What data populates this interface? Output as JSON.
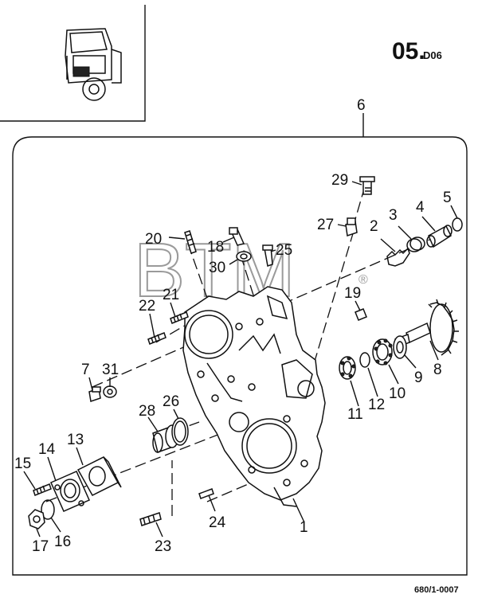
{
  "page": {
    "section_code": "05.",
    "section_suffix": "D06",
    "figure_number": "680/1-0007"
  },
  "watermark": {
    "text": "BTM",
    "registered": "®"
  },
  "part_labels": {
    "p1": "1",
    "p2": "2",
    "p3": "3",
    "p4": "4",
    "p5": "5",
    "p6": "6",
    "p7": "7",
    "p8": "8",
    "p9": "9",
    "p10": "10",
    "p11": "11",
    "p12": "12",
    "p13": "13",
    "p14": "14",
    "p15": "15",
    "p16": "16",
    "p17": "17",
    "p18": "18",
    "p19": "19",
    "p20": "20",
    "p21": "21",
    "p22": "22",
    "p23": "23",
    "p24": "24",
    "p25": "25",
    "p26": "26",
    "p27": "27",
    "p28": "28",
    "p29": "29",
    "p30": "30",
    "p31": "31"
  }
}
